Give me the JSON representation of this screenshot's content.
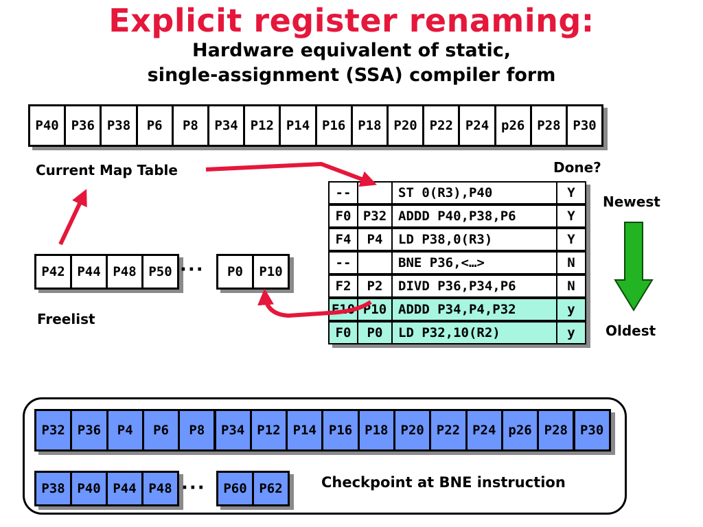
{
  "title": "Explicit register renaming:",
  "subtitle_line1": "Hardware equivalent of static,",
  "subtitle_line2": "single-assignment (SSA) compiler form",
  "map_table": {
    "label": "Current Map Table",
    "entries": [
      "P40",
      "P36",
      "P38",
      "P6",
      "P8",
      "P34",
      "P12",
      "P14",
      "P16",
      "P18",
      "P20",
      "P22",
      "P24",
      "p26",
      "P28",
      "P30"
    ]
  },
  "freelist": {
    "label": "Freelist",
    "left": [
      "P42",
      "P44",
      "P48",
      "P50"
    ],
    "dots": "···",
    "right": [
      "P0",
      "P10"
    ]
  },
  "rob": {
    "done_label": "Done?",
    "newest_label": "Newest",
    "oldest_label": "Oldest",
    "rows": [
      {
        "reg": "--",
        "old": "",
        "instr": "ST 0(R3),P40",
        "done": "Y",
        "highlight": false
      },
      {
        "reg": "F0",
        "old": "P32",
        "instr": "ADDD P40,P38,P6",
        "done": "Y",
        "highlight": false
      },
      {
        "reg": "F4",
        "old": "P4",
        "instr": "LD P38,0(R3)",
        "done": "Y",
        "highlight": false
      },
      {
        "reg": "--",
        "old": "",
        "instr": "BNE P36,<…>",
        "done": "N",
        "highlight": false
      },
      {
        "reg": "F2",
        "old": "P2",
        "instr": "DIVD P36,P34,P6",
        "done": "N",
        "highlight": false
      },
      {
        "reg": "F10",
        "old": "P10",
        "instr": "ADDD P34,P4,P32",
        "done": "y",
        "highlight": true
      },
      {
        "reg": "F0",
        "old": "P0",
        "instr": "LD P32,10(R2)",
        "done": "y",
        "highlight": true
      }
    ]
  },
  "checkpoint": {
    "label": "Checkpoint at BNE instruction",
    "map_entries": [
      "P32",
      "P36",
      "P4",
      "P6",
      "P8",
      "P34",
      "P12",
      "P14",
      "P16",
      "P18",
      "P20",
      "P22",
      "P24",
      "p26",
      "P28",
      "P30"
    ],
    "free_left": [
      "P38",
      "P40",
      "P44",
      "P48"
    ],
    "dots": "···",
    "free_right": [
      "P60",
      "P62"
    ]
  },
  "colors": {
    "title": "#e5173b",
    "arrow": "#e5173b",
    "highlight_row": "#a8f5e0",
    "checkpoint_cell": "#6e96ff",
    "green_arrow": "#22b422"
  }
}
